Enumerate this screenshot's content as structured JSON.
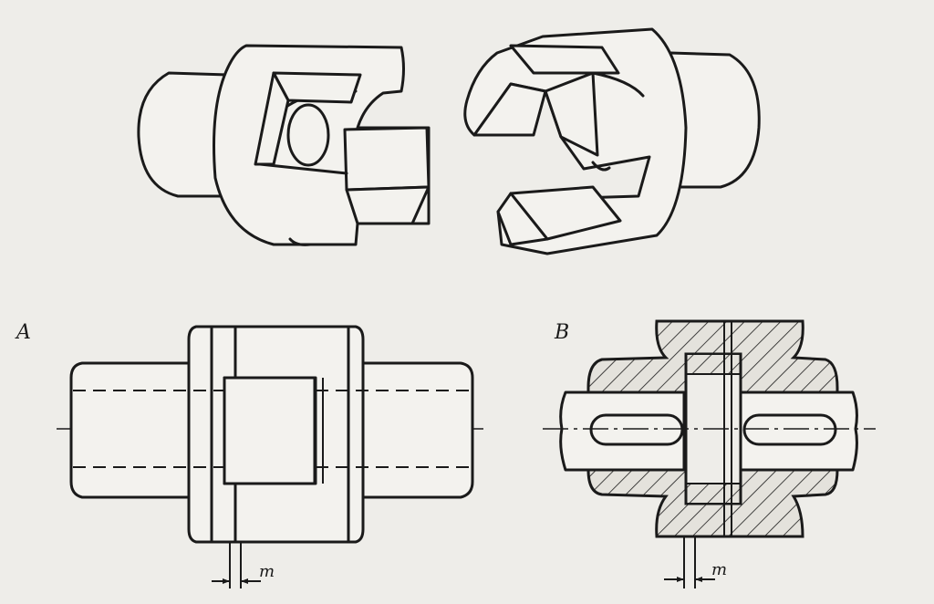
{
  "labels": {
    "view_a": "A",
    "view_b": "B",
    "gap_a": "m",
    "gap_b": "m"
  },
  "colors": {
    "paper": "#eeede9",
    "ink": "#1a1a1a"
  }
}
